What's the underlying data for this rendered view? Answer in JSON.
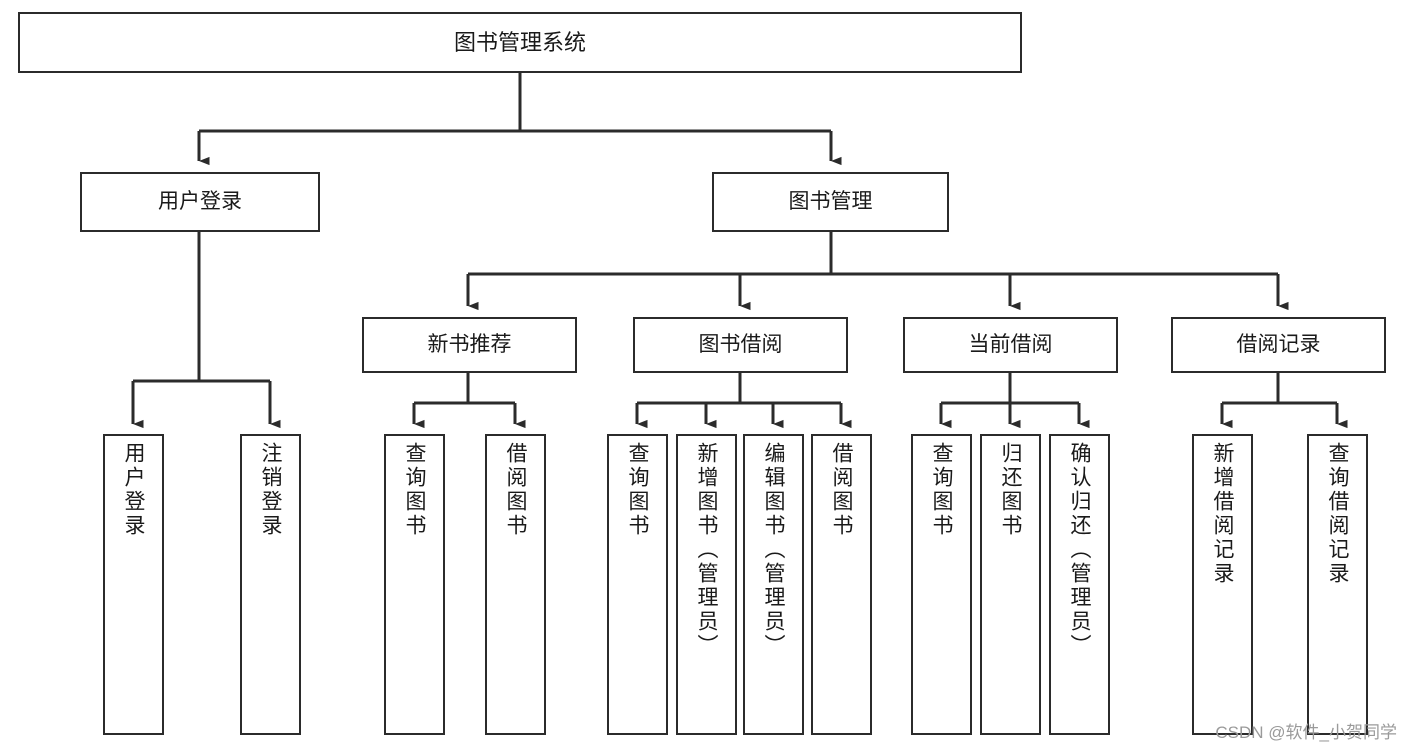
{
  "diagram": {
    "title": "图书管理系统",
    "type": "tree",
    "watermark": "CSDN @软件_小贺同学",
    "colors": {
      "box_border": "#2b2b2b",
      "box_fill": "#ffffff",
      "edge": "#2b2b2b",
      "text": "#1a1a1a",
      "watermark": "#9a9a9a",
      "background": "#ffffff"
    },
    "nodes": {
      "root": {
        "label": "图书管理系统"
      },
      "level2": [
        {
          "id": "user-login",
          "label": "用户登录"
        },
        {
          "id": "book-manage",
          "label": "图书管理"
        }
      ],
      "level3": [
        {
          "id": "new-book-recommend",
          "label": "新书推荐"
        },
        {
          "id": "book-borrow",
          "label": "图书借阅"
        },
        {
          "id": "current-borrow",
          "label": "当前借阅"
        },
        {
          "id": "borrow-record",
          "label": "借阅记录"
        }
      ],
      "leaves": [
        {
          "id": "leaf-user-login",
          "label": "用户登录",
          "parent": "user-login"
        },
        {
          "id": "leaf-logout-login",
          "label": "注销登录",
          "parent": "user-login"
        },
        {
          "id": "leaf-query-book-1",
          "label": "查询图书",
          "parent": "new-book-recommend"
        },
        {
          "id": "leaf-borrow-book-1",
          "label": "借阅图书",
          "parent": "new-book-recommend"
        },
        {
          "id": "leaf-query-book-2",
          "label": "查询图书",
          "parent": "book-borrow"
        },
        {
          "id": "leaf-add-book",
          "label": "新增图书（管理员）",
          "parent": "book-borrow"
        },
        {
          "id": "leaf-edit-book",
          "label": "编辑图书（管理员）",
          "parent": "book-borrow"
        },
        {
          "id": "leaf-borrow-book-2",
          "label": "借阅图书",
          "parent": "book-borrow"
        },
        {
          "id": "leaf-query-book-3",
          "label": "查询图书",
          "parent": "current-borrow"
        },
        {
          "id": "leaf-return-book",
          "label": "归还图书",
          "parent": "current-borrow"
        },
        {
          "id": "leaf-confirm-return",
          "label": "确认归还（管理员）",
          "parent": "current-borrow"
        },
        {
          "id": "leaf-add-record",
          "label": "新增借阅记录",
          "parent": "borrow-record"
        },
        {
          "id": "leaf-query-record",
          "label": "查询借阅记录",
          "parent": "borrow-record"
        }
      ]
    }
  }
}
